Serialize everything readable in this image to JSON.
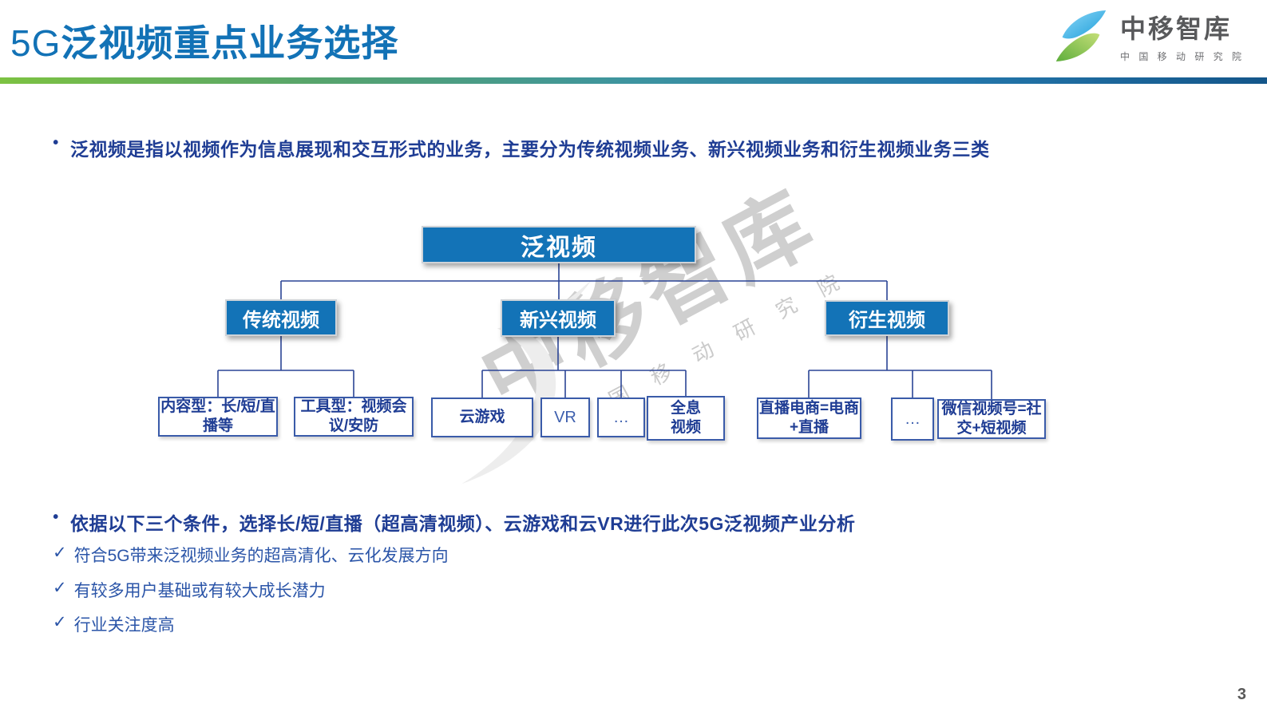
{
  "header": {
    "title_prefix": "5G",
    "title_main": "泛视频重点业务选择",
    "logo_name": "中移智库",
    "logo_subtitle": "中 国 移 动 研 究 院"
  },
  "bullets": {
    "marker": "•",
    "first": "泛视频是指以视频作为信息展现和交互形式的业务，主要分为传统视频业务、新兴视频业务和衍生视频业务三类",
    "second": "依据以下三个条件，选择长/短/直播（超高清视频）、云游戏和云VR进行此次5G泛视频产业分析"
  },
  "tree": {
    "root": "泛视频",
    "branches": [
      {
        "label": "传统视频",
        "children": [
          "内容型：长/短/直播等",
          "工具型：视频会议/安防"
        ]
      },
      {
        "label": "新兴视频",
        "children": [
          "云游戏",
          "VR",
          "…",
          "全息视频"
        ]
      },
      {
        "label": "衍生视频",
        "children": [
          "直播电商=电商+直播",
          "…",
          "微信视频号=社交+短视频"
        ]
      }
    ]
  },
  "checklist": {
    "marker": "✓",
    "items": [
      "符合5G带来泛视频业务的超高清化、云化发展方向",
      "有较多用户基础或有较大成长潜力",
      "行业关注度高"
    ]
  },
  "watermark": {
    "big": "中移智库",
    "small": "中 国 移 动 研 究 院"
  },
  "footer": {
    "page_number": "3"
  },
  "colors": {
    "title_blue": "#1272B6",
    "node_fill_blue": "#1373B7",
    "text_navy": "#1F3D94",
    "connector_navy": "#2A4495",
    "leaf_border_blue": "#3A5BA9",
    "check_blue": "#2B55A8",
    "accent_gradient_left": "#7CC242",
    "accent_gradient_right": "#14568A",
    "logo_blue": "#2FA8DF",
    "logo_green": "#7DBE3C",
    "page_number_gray": "#595959"
  }
}
